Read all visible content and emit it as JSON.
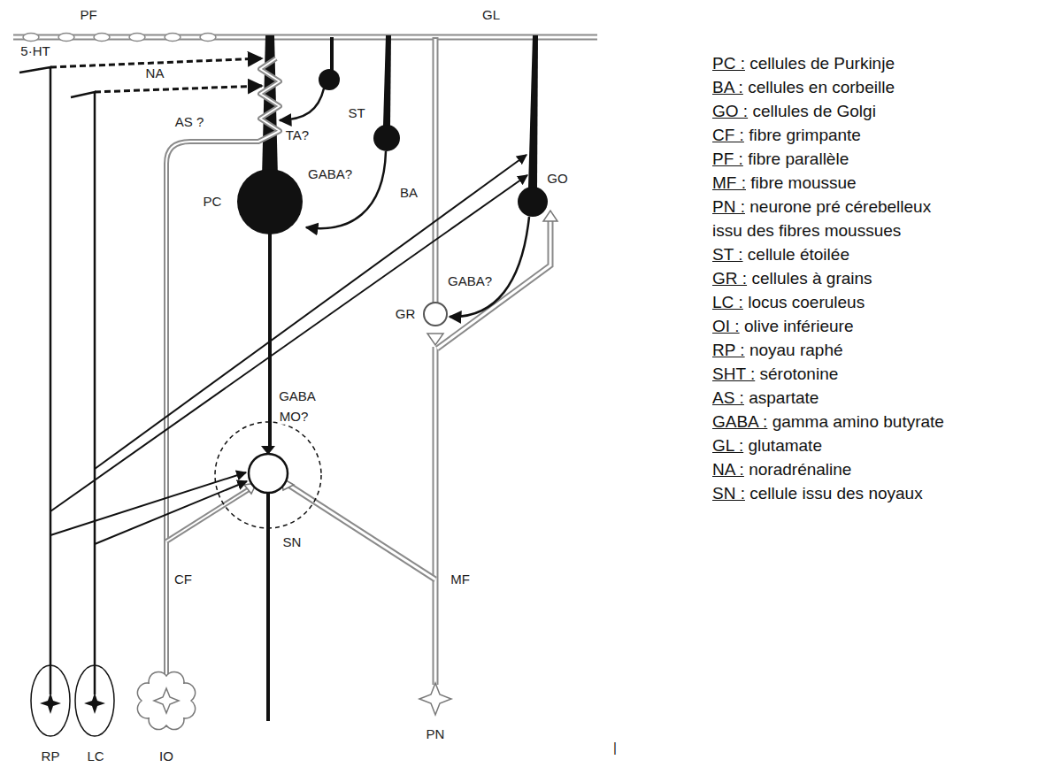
{
  "diagram": {
    "labels": [
      "PF",
      "GL",
      "5·HT",
      "NA",
      "AS ?",
      "TA?",
      "ST",
      "BA",
      "GABA?",
      "GO",
      "PC",
      "GABA?",
      "GR",
      "GABA",
      "MO?",
      "SN",
      "CF",
      "MF",
      "PN",
      "RP",
      "LC",
      "IO",
      "|",
      "PC :",
      "cellules de Purkinje",
      "BA :",
      "cellules en corbeille",
      "GO :",
      "cellules de Golgi",
      "CF :",
      "fibre grimpante",
      "PF :",
      "fibre parallèle",
      "MF :",
      "fibre moussue",
      "PN :",
      "neurone pré cérebelleux issu des fibres moussues",
      "ST :",
      "cellule étoilée",
      "GR :",
      "cellules à grains",
      "LC :",
      "locus coeruleus",
      "OI :",
      "olive inférieure",
      "RP :",
      "noyau raphé",
      "SHT :",
      "sérotonine",
      "AS :",
      "aspartate",
      "GABA :",
      "gamma amino butyrate",
      "GL :",
      "glutamate",
      "NA :",
      "noradrénaline",
      "SN :",
      "cellule issu des noyaux"
    ]
  }
}
